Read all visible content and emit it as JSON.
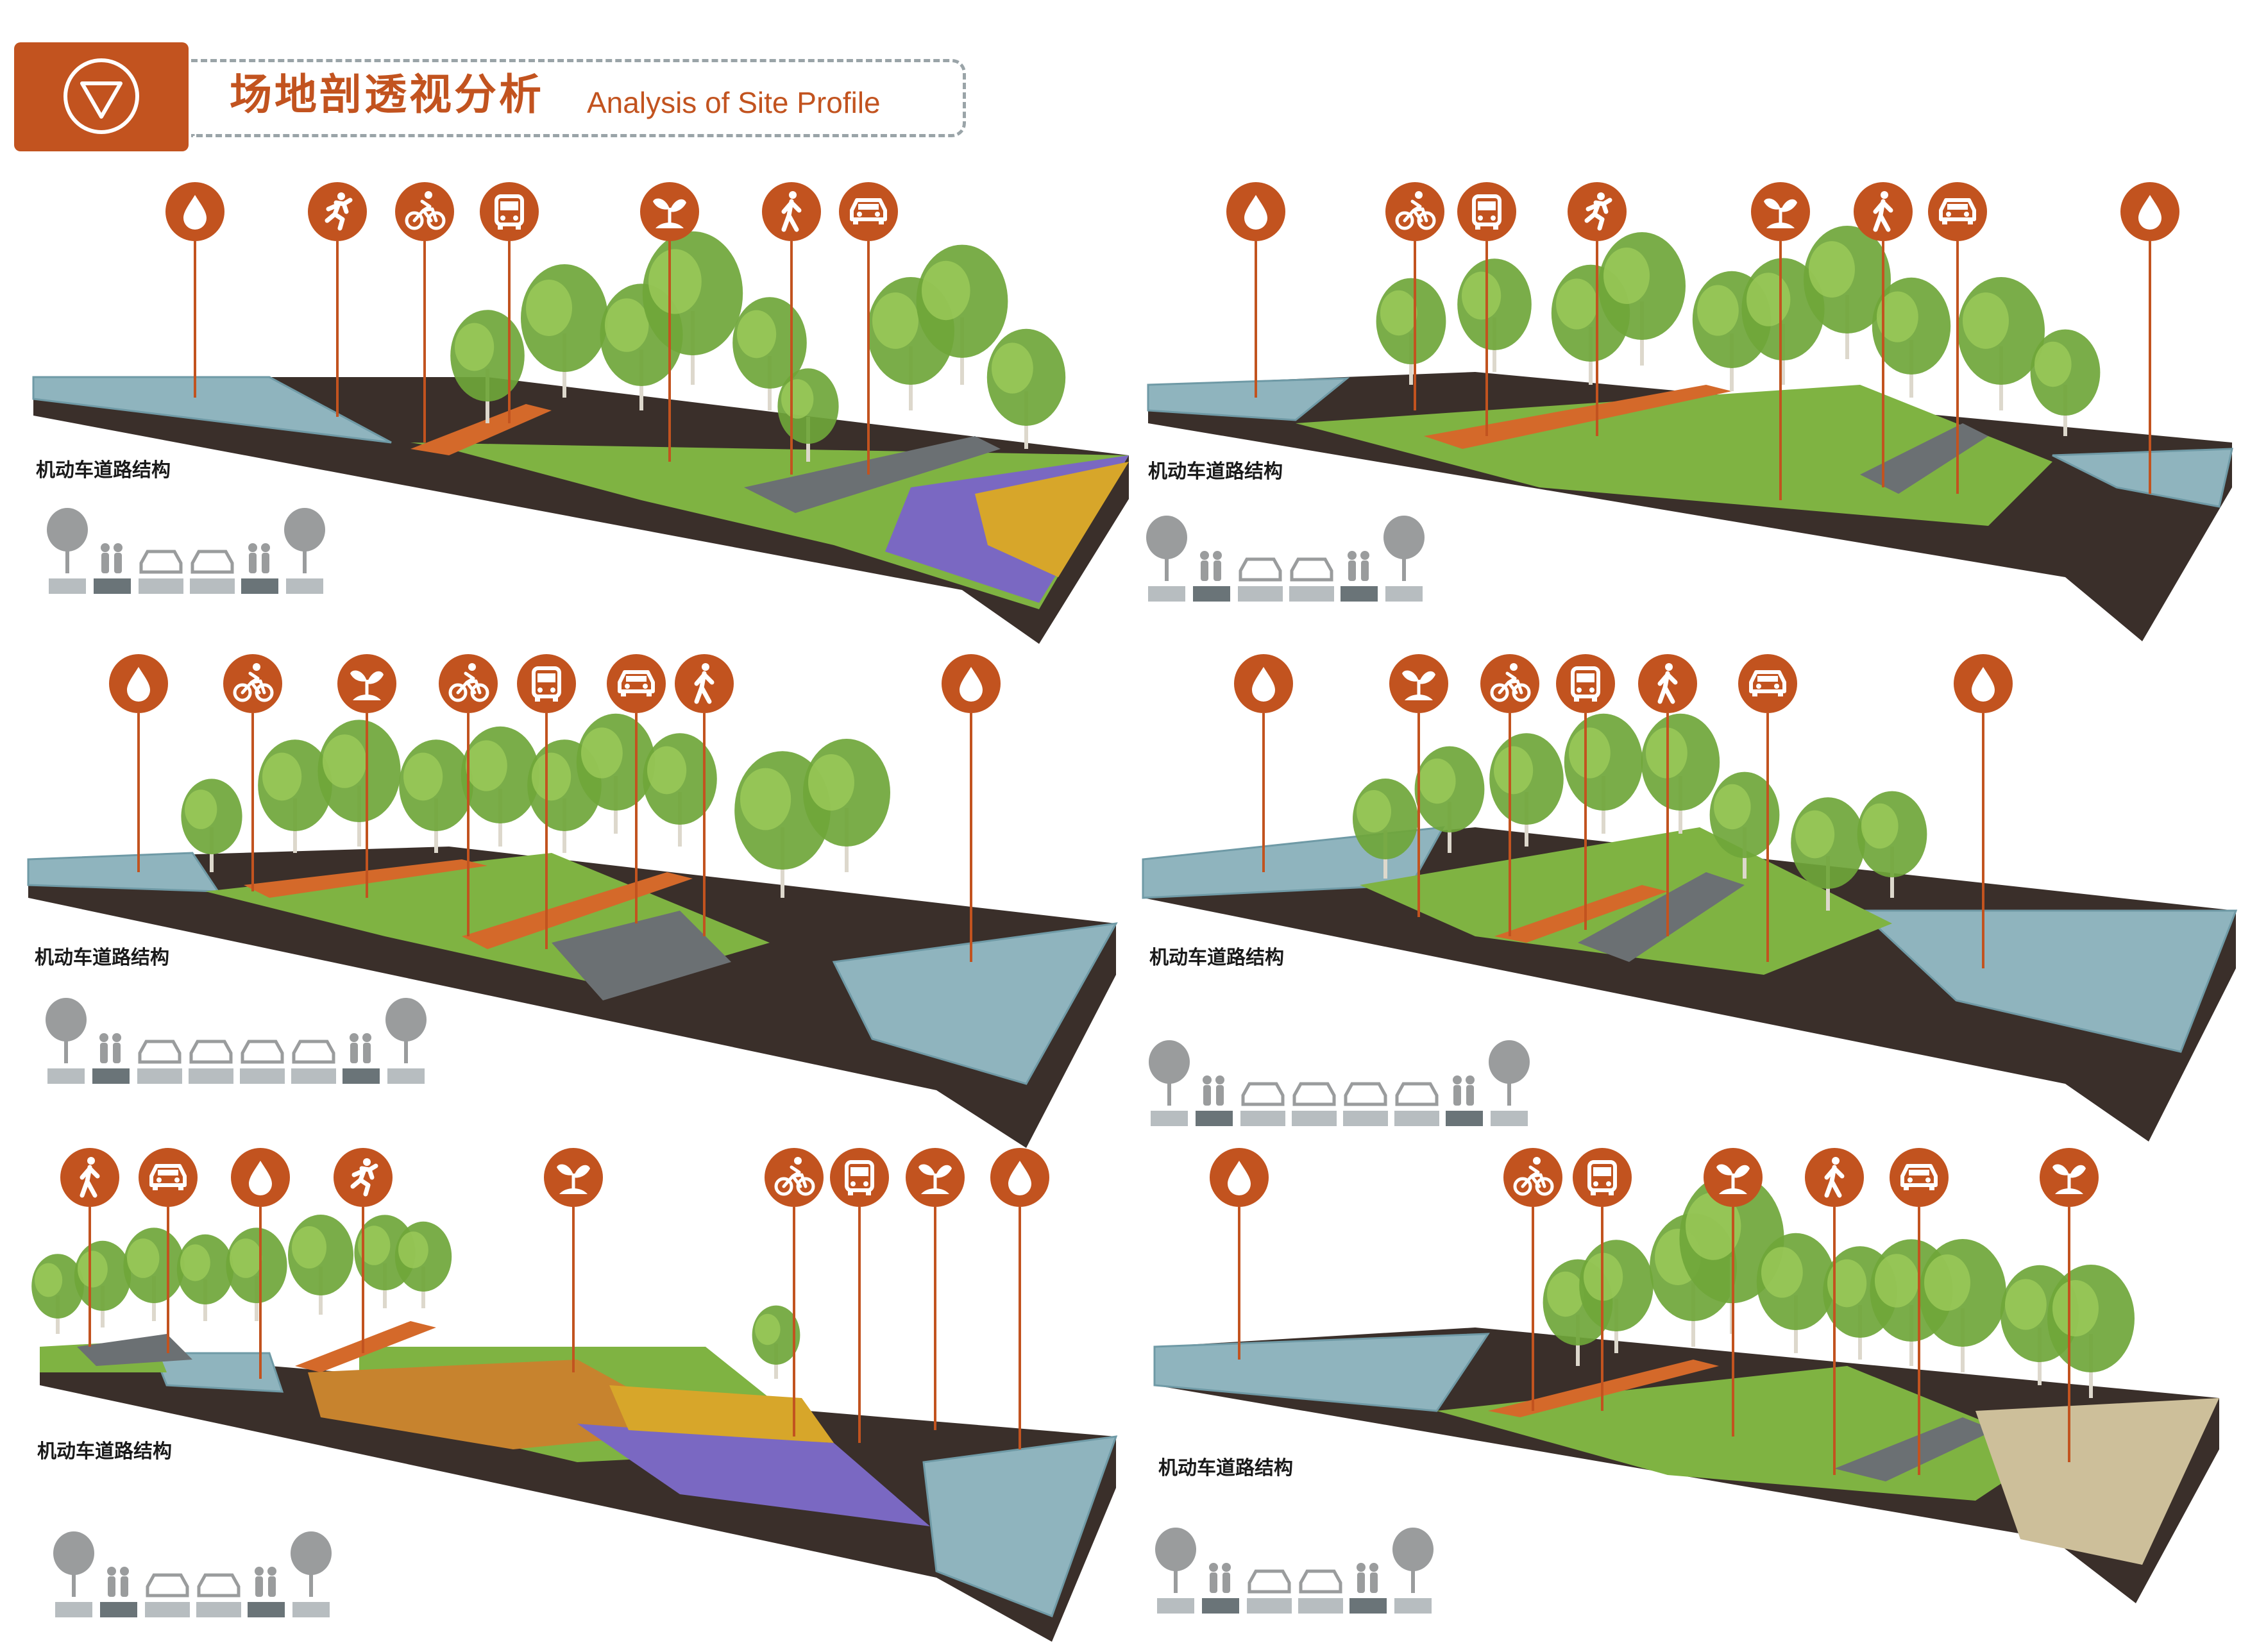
{
  "header": {
    "title_cn": "场地剖透视分析",
    "title_en": "Analysis of Site Profile",
    "badge_icon": "triangle-down-icon"
  },
  "colors": {
    "accent": "#c2531f",
    "water": "#8fb4be",
    "soil": "#3a2f2a",
    "grass": "#7fb342",
    "path": "#d4692a",
    "road": "#6b7073",
    "legend_gray": "#9a9c9d"
  },
  "panels": [
    {
      "label": "机动车道路结构",
      "icons": [
        "water-icon",
        "runner-icon",
        "cyclist-icon",
        "bus-icon",
        "plant-icon",
        "pedestrian-icon",
        "car-icon"
      ]
    },
    {
      "label": "机动车道路结构",
      "icons": [
        "water-icon",
        "cyclist-icon",
        "bus-icon",
        "runner-icon",
        "plant-icon",
        "pedestrian-icon",
        "car-icon",
        "water-icon"
      ]
    },
    {
      "label": "机动车道路结构",
      "icons": [
        "water-icon",
        "cyclist-icon",
        "plant-icon",
        "cyclist-icon",
        "bus-icon",
        "car-icon",
        "pedestrian-icon",
        "water-icon"
      ]
    },
    {
      "label": "机动车道路结构",
      "icons": [
        "water-icon",
        "plant-icon",
        "cyclist-icon",
        "bus-icon",
        "pedestrian-icon",
        "car-icon",
        "water-icon"
      ]
    },
    {
      "label": "机动车道路结构",
      "icons": [
        "pedestrian-icon",
        "car-icon",
        "water-icon",
        "runner-icon",
        "plant-icon",
        "cyclist-icon",
        "bus-icon",
        "plant-icon",
        "water-icon"
      ]
    },
    {
      "label": "机动车道路结构",
      "icons": [
        "water-icon",
        "cyclist-icon",
        "bus-icon",
        "plant-icon",
        "pedestrian-icon",
        "car-icon",
        "plant-icon"
      ]
    }
  ]
}
